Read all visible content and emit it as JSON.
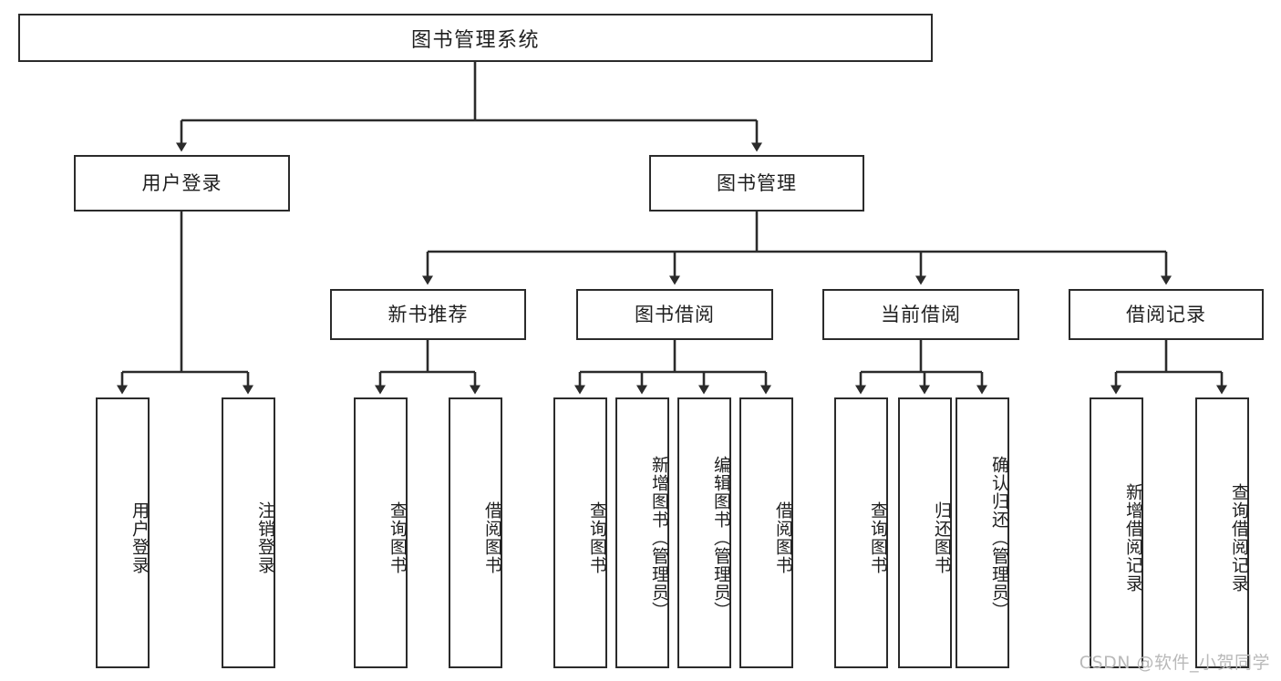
{
  "diagram": {
    "title": "图书管理系统",
    "type": "tree",
    "watermark": "CSDN @软件_小贺同学",
    "colors": {
      "box_border": "#2b2b2b",
      "box_fill": "#ffffff",
      "edge": "#2b2b2b",
      "text": "#1f1f1f",
      "watermark": "#b9b9b9",
      "background": "#ffffff"
    },
    "root": {
      "label": "图书管理系统"
    },
    "level2": [
      {
        "label": "用户登录"
      },
      {
        "label": "图书管理"
      }
    ],
    "level3": [
      {
        "label": "新书推荐"
      },
      {
        "label": "图书借阅"
      },
      {
        "label": "当前借阅"
      },
      {
        "label": "借阅记录"
      }
    ],
    "leaves_user_login": [
      {
        "label": "用户登录"
      },
      {
        "label": "注销登录"
      }
    ],
    "leaves_new_book": [
      {
        "label": "查询图书"
      },
      {
        "label": "借阅图书"
      }
    ],
    "leaves_borrow": [
      {
        "label": "查询图书"
      },
      {
        "label": "新增图书（管理员）"
      },
      {
        "label": "编辑图书（管理员）"
      },
      {
        "label": "借阅图书"
      }
    ],
    "leaves_current": [
      {
        "label": "查询图书"
      },
      {
        "label": "归还图书"
      },
      {
        "label": "确认归还（管理员）"
      }
    ],
    "leaves_records": [
      {
        "label": "新增借阅记录"
      },
      {
        "label": "查询借阅记录"
      }
    ]
  }
}
